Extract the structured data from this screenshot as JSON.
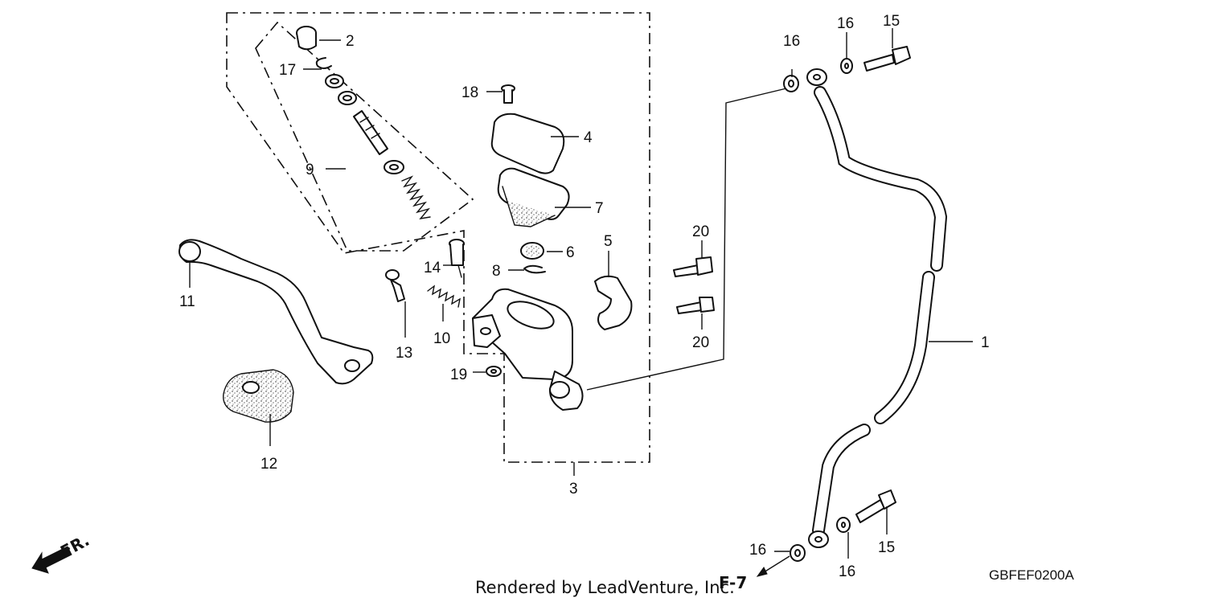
{
  "diagram": {
    "callouts": [
      {
        "id": "1",
        "text": "1"
      },
      {
        "id": "2",
        "text": "2"
      },
      {
        "id": "3",
        "text": "3"
      },
      {
        "id": "4",
        "text": "4"
      },
      {
        "id": "5",
        "text": "5"
      },
      {
        "id": "6",
        "text": "6"
      },
      {
        "id": "7",
        "text": "7"
      },
      {
        "id": "8",
        "text": "8"
      },
      {
        "id": "9",
        "text": "9"
      },
      {
        "id": "10",
        "text": "10"
      },
      {
        "id": "11",
        "text": "11"
      },
      {
        "id": "12",
        "text": "12"
      },
      {
        "id": "13",
        "text": "13"
      },
      {
        "id": "14",
        "text": "14"
      },
      {
        "id": "15a",
        "text": "15"
      },
      {
        "id": "15b",
        "text": "15"
      },
      {
        "id": "16a",
        "text": "16"
      },
      {
        "id": "16b",
        "text": "16"
      },
      {
        "id": "16c",
        "text": "16"
      },
      {
        "id": "16d",
        "text": "16"
      },
      {
        "id": "17",
        "text": "17"
      },
      {
        "id": "18",
        "text": "18"
      },
      {
        "id": "19",
        "text": "19"
      },
      {
        "id": "20a",
        "text": "20"
      },
      {
        "id": "20b",
        "text": "20"
      }
    ],
    "front_marker": "FR.",
    "page_ref": "F-7",
    "footer": "Rendered by LeadVenture, Inc.",
    "diagram_code": "GBFEF0200A"
  }
}
